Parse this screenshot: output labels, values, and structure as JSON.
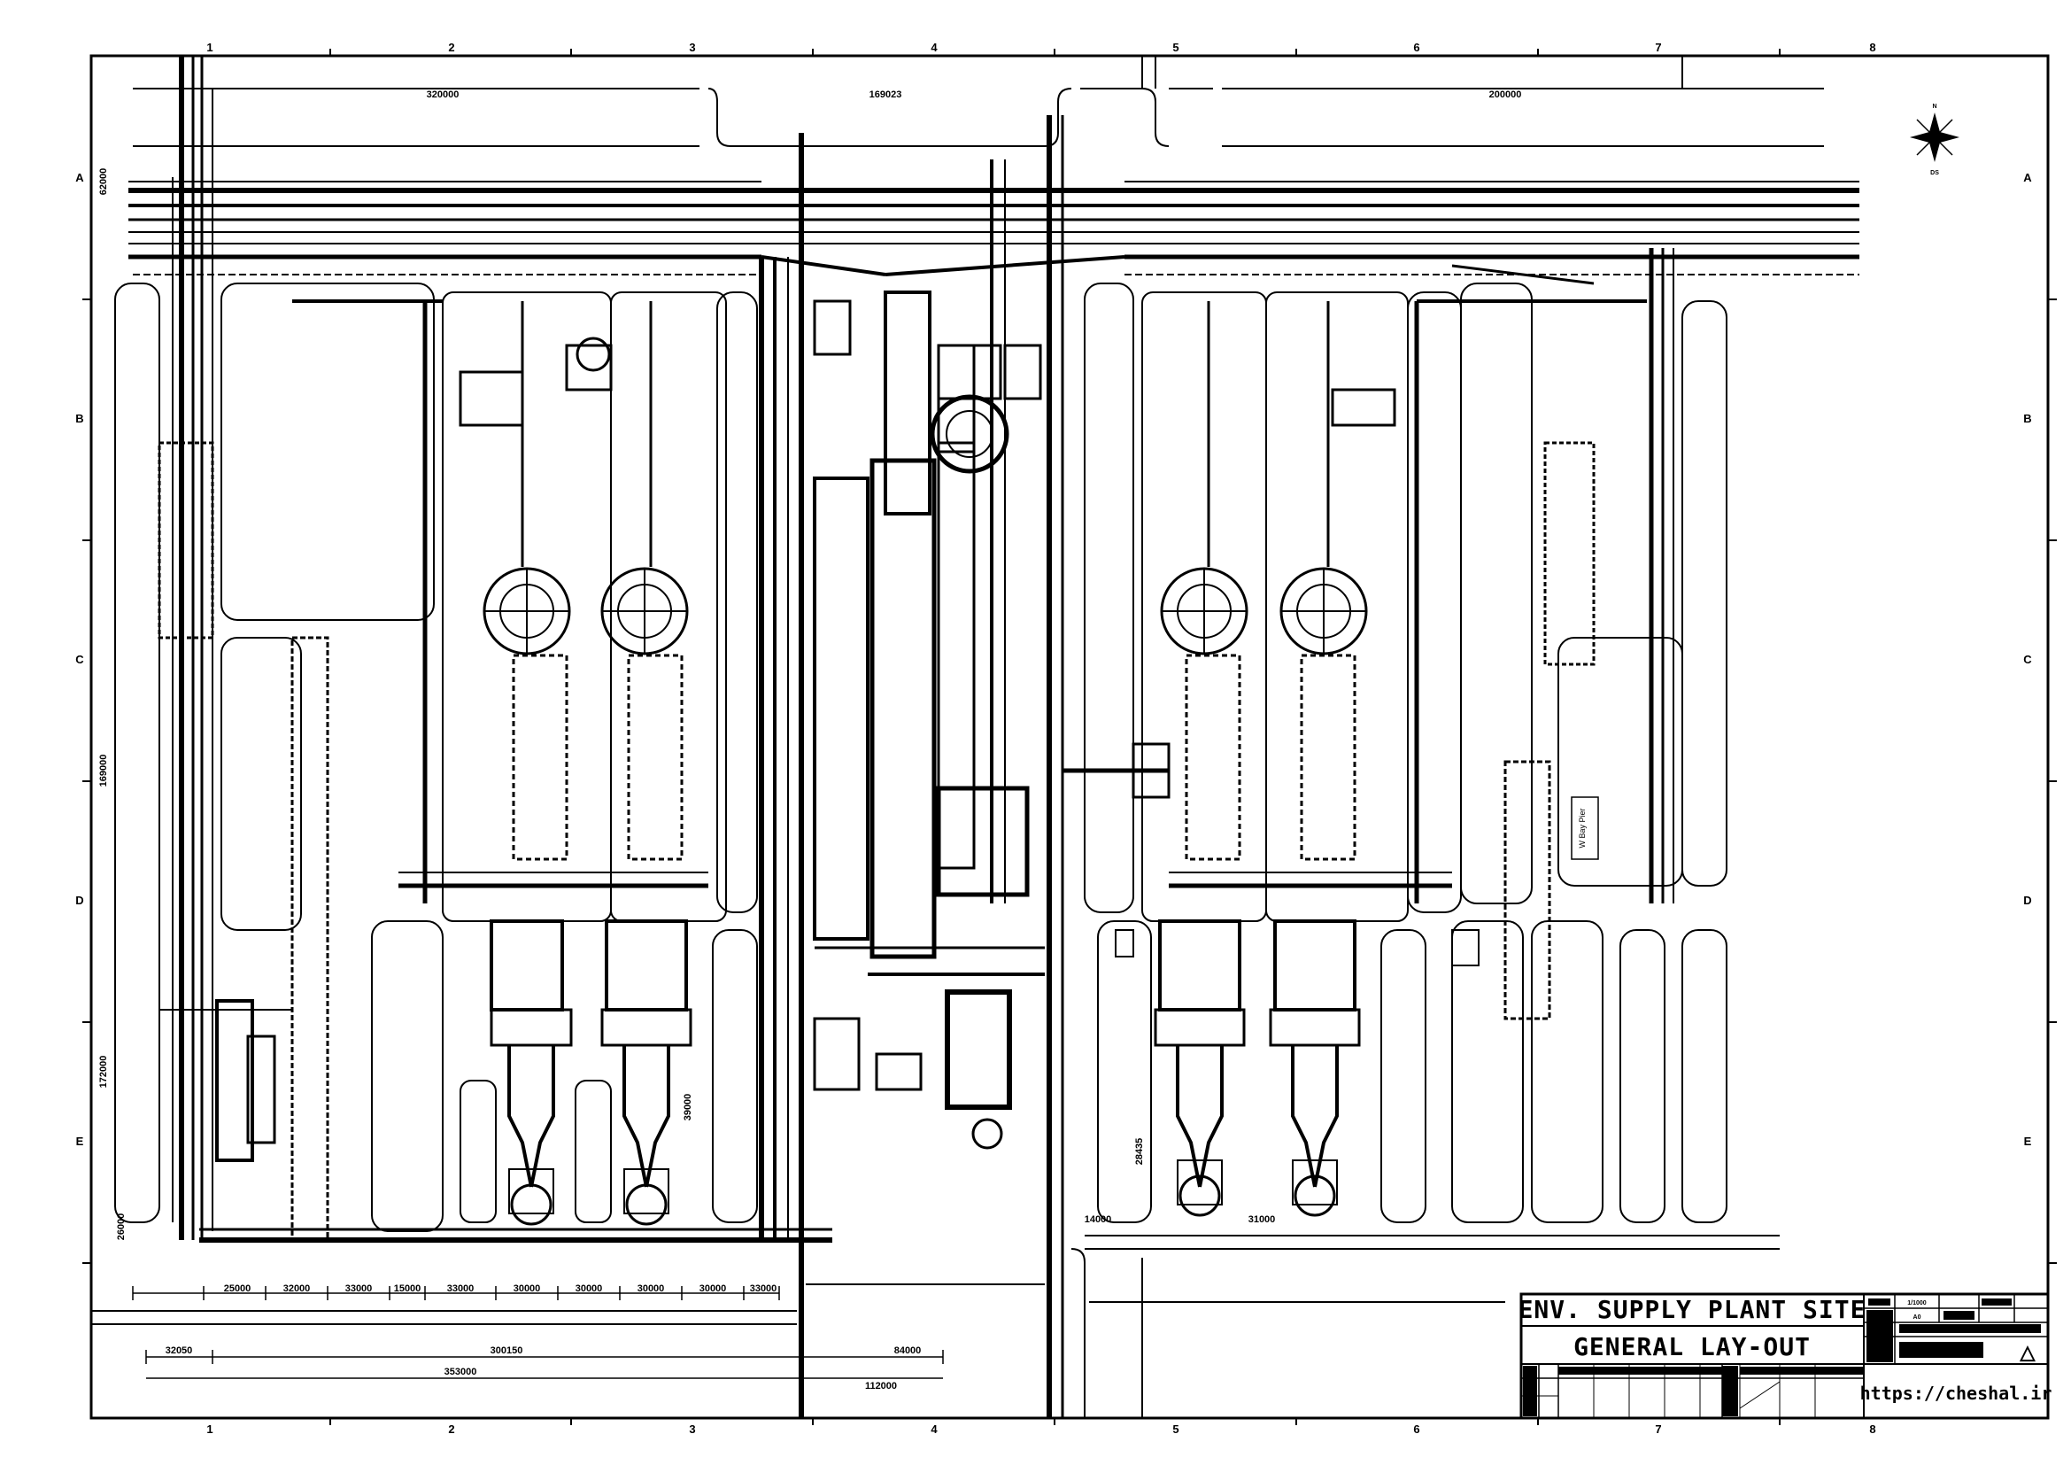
{
  "drawing": {
    "columns": [
      "1",
      "2",
      "3",
      "4",
      "5",
      "6",
      "7",
      "8"
    ],
    "rows": [
      "A",
      "B",
      "C",
      "D",
      "E"
    ],
    "north_arrow": {
      "top_label": "N",
      "bottom_label": "DS",
      "icon": "north-arrow-icon"
    }
  },
  "dimensions": {
    "top": [
      "320000",
      "169023",
      "200000"
    ],
    "left": [
      "62000",
      "169000",
      "172000",
      "26000"
    ],
    "bottom_row": [
      "25000",
      "32000",
      "33000",
      "15000",
      "33000",
      "30000",
      "30000",
      "30000",
      "30000",
      "33000"
    ],
    "bottom_secondary": [
      "32050",
      "300150",
      "84000",
      "112000"
    ],
    "bottom_overall": [
      "353000"
    ],
    "interior": [
      "39000",
      "28435",
      "14000",
      "31000"
    ],
    "note": "W Bay Pier"
  },
  "title_block": {
    "title_line1": "ENV. SUPPLY PLANT SITE",
    "title_line2": "GENERAL LAY-OUT",
    "url": "https://cheshal.ir",
    "scale_label": "SCALE",
    "scale_value": "1/1000",
    "size_label": "SIZE",
    "size_value": "A0",
    "revision_symbol": "△"
  },
  "colors": {
    "line": "#000000",
    "background": "#ffffff"
  }
}
